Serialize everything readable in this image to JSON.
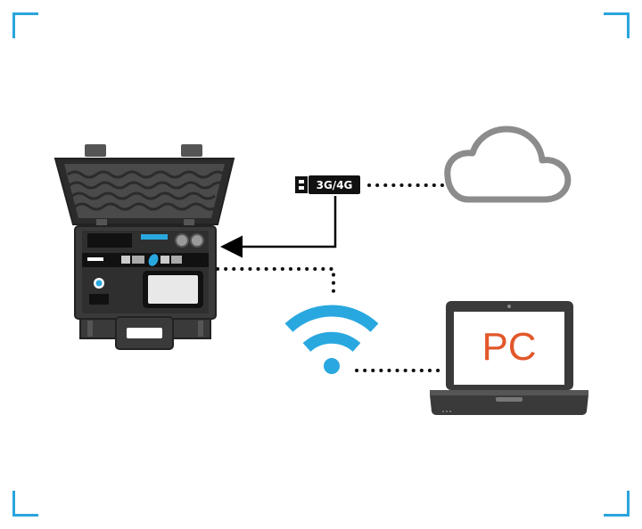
{
  "colors": {
    "bracket": "#2aa4dd",
    "wifi": "#29a8e0",
    "pc_text": "#e2572a",
    "device_dark": "#3a3a3a",
    "cloud_stroke": "#8c8c8c"
  },
  "modem": {
    "label": "3G/4G",
    "icon": "usb-modem-icon"
  },
  "laptop": {
    "screen_label": "PC",
    "icon": "laptop-icon"
  },
  "cloud": {
    "icon": "cloud-icon"
  },
  "wifi": {
    "icon": "wifi-icon"
  },
  "device": {
    "icon": "rugged-case-device-icon"
  },
  "connections": [
    {
      "from": "modem",
      "to": "cloud",
      "style": "dotted"
    },
    {
      "from": "modem",
      "to": "device",
      "style": "arrow"
    },
    {
      "from": "device",
      "to": "wifi",
      "style": "dotted"
    },
    {
      "from": "wifi",
      "to": "laptop",
      "style": "dotted"
    }
  ]
}
